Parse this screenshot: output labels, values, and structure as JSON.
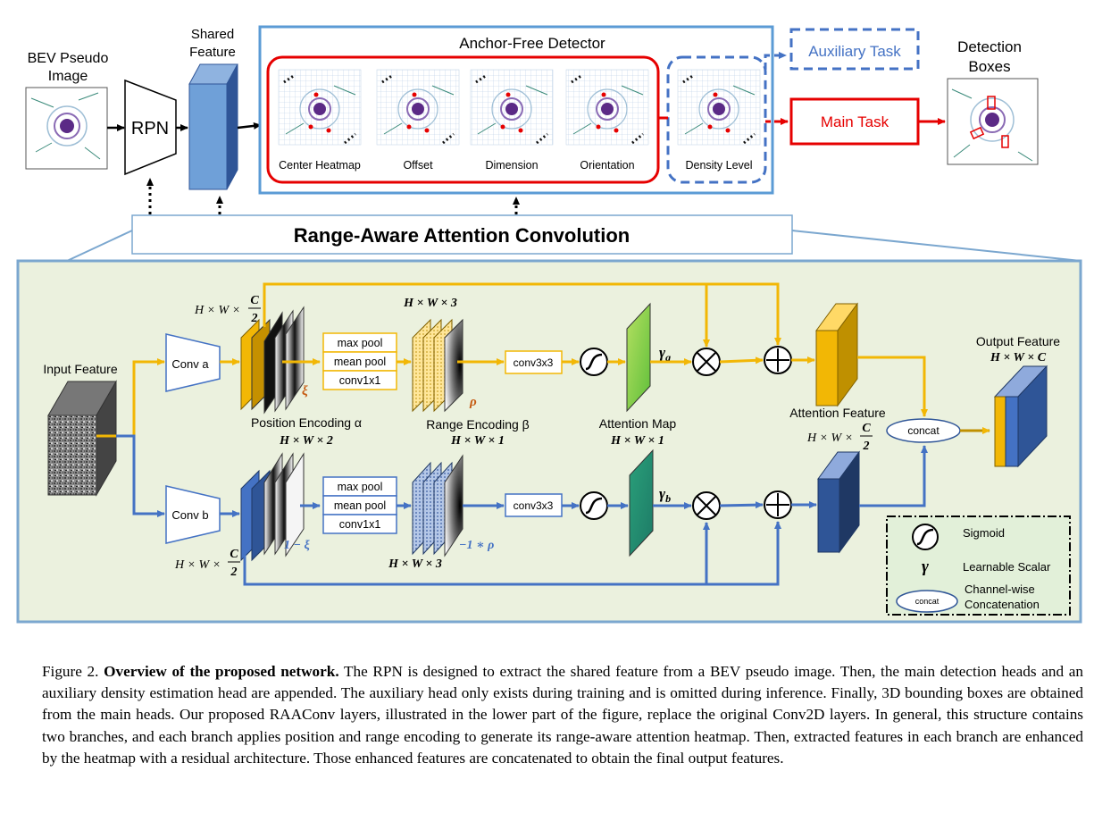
{
  "top": {
    "bev_input_label_l1": "BEV Pseudo",
    "bev_input_label_l2": "Image",
    "rpn_label": "RPN",
    "shared_feature_l1": "Shared",
    "shared_feature_l2": "Feature",
    "detector_title": "Anchor-Free Detector",
    "heads": [
      "Center Heatmap",
      "Offset",
      "Dimension",
      "Orientation",
      "Density Level"
    ],
    "aux_task_label": "Auxiliary Task",
    "main_task_label": "Main Task",
    "output_l1": "Detection",
    "output_l2": "Boxes",
    "raa_banner": "Range-Aware Attention Convolution"
  },
  "module": {
    "input_feature": "Input Feature",
    "conv_a": "Conv a",
    "conv_b": "Conv b",
    "dim_hwc2": "H × W ×",
    "dim_frac_num": "C",
    "dim_frac_den": "2",
    "dim_hw3": "H × W × 3",
    "dim_hw2": "H × W × 2",
    "dim_hw1": "H × W × 1",
    "dim_hwc": "H × W × C",
    "pool_ops": [
      "max pool",
      "mean pool",
      "conv1x1"
    ],
    "conv3x3": "conv3x3",
    "xi": "ξ",
    "one_minus_xi": "1 − ξ",
    "rho": "ρ",
    "neg_rho": "−1 ∗ ρ",
    "gamma_a": "γ",
    "gamma_a_sub": "a",
    "gamma_b": "γ",
    "gamma_b_sub": "b",
    "position_encoding": "Position Encoding α",
    "range_encoding": "Range Encoding β",
    "attention_map": "Attention Map",
    "attention_feature": "Attention Feature",
    "concat": "concat",
    "output_feature": "Output Feature",
    "legend": {
      "sigmoid": "Sigmoid",
      "gamma_symbol": "γ",
      "learnable_scalar": "Learnable Scalar",
      "concat_symbol": "concat",
      "concat_l1": "Channel-wise",
      "concat_l2": "Concatenation"
    }
  },
  "caption": {
    "prefix": "Figure 2.",
    "bold": "Overview of the proposed network.",
    "body": "The RPN is designed to extract the shared feature from a BEV pseudo image. Then, the main detection heads and an auxiliary density estimation head are appended. The auxiliary head only exists during training and is omitted during inference. Finally, 3D bounding boxes are obtained from the main heads. Our proposed RAAConv layers, illustrated in the lower part of the figure, replace the original Conv2D layers. In general, this structure contains two branches, and each branch applies position and range encoding to generate its range-aware attention heatmap. Then, extracted features in each branch are enhanced by the heatmap with a residual architecture. Those enhanced features are concatenated to obtain the final output features."
  },
  "colors": {
    "yellow": "#F2B705",
    "blue": "#4472C4",
    "red": "#E60000",
    "panel_fill": "#EBF1DE",
    "panel_border": "#7BA7CF"
  }
}
